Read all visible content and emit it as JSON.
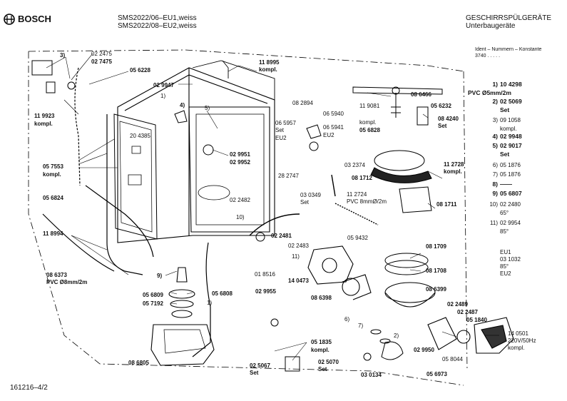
{
  "header": {
    "brand": "BOSCH",
    "model_line1": "SMS2022/06–EU1,weiss",
    "model_line2": "SMS2022/08–EU2,weiss",
    "category_line1": "GESCHIRRSPÜLGERÄTE",
    "category_line2": "Unterbaugeräte",
    "ident_label": "Ident – Nummern – Konstante",
    "ident_value": "3740 . . . . ."
  },
  "labels": {
    "l_3": "3)",
    "l_022475": "02 2475",
    "l_027475": "02 7475",
    "l_056228": "05 6228",
    "l_118995": "11 8995",
    "l_kompl_a": "kompl.",
    "l_029947": "02 9947",
    "l_1": "1)",
    "l_4": "4)",
    "l_5": "5)",
    "l_082894": "08 2894",
    "l_065940": "06 5940",
    "l_119923": "11 9923",
    "l_kompl_b": "kompl.",
    "l_204385": "20 4385",
    "l_065957": "06 5957",
    "l_set_a": "Set",
    "l_eu2_a": "EU2",
    "l_065941": "06 5941",
    "l_eu2_b": "EU2",
    "l_057553": "05 7553",
    "l_kompl_c": "kompl.",
    "l_029951": "02 9951",
    "l_029952": "02 9952",
    "l_282747": "28 2747",
    "l_056824": "05 6824",
    "l_022482": "02 2482",
    "l_030349": "03 0349",
    "l_set_b": "Set",
    "l_10": "10)",
    "l_022481": "02 2481",
    "l_118994": "11 8994",
    "l_086373": "08 6373",
    "l_pvc8": "PVC Ø8mm/2m",
    "l_022483": "02 2483",
    "l_11": "11)",
    "l_018516": "01 8516",
    "l_140473": "14 0473",
    "l_9": "9)",
    "l_056809": "05 6809",
    "l_057192": "05 7192",
    "l_056808": "05 6808",
    "l_1b": "1)",
    "l_029955": "02 9955",
    "l_086398": "08 6398",
    "l_6": "6)",
    "l_7": "7)",
    "l_086805": "08 6805",
    "l_051835": "05 1835",
    "l_kompl_d": "kompl.",
    "l_025067": "02 5067",
    "l_set_c": "Set",
    "l_025070": "02 5070",
    "l_set_d": "Set",
    "l_030134": "03 0134",
    "l_086466": "08 6466",
    "l_119081": "11 9081",
    "l_056232": "05 6232",
    "l_kompl_e": "kompl.",
    "l_056828": "05 6828",
    "l_084240": "08 4240",
    "l_set_e": "Set",
    "l_032374": "03  2374",
    "l_081712": "08 1712",
    "l_112728": "11 2728",
    "l_kompl_f": "kompl.",
    "l_112724": "11 2724",
    "l_pvc8b": "PVC 8mmØ/2m",
    "l_081711": "08 1711",
    "l_059432": "05 9432",
    "l_081709": "08 1709",
    "l_081708": "08 1708",
    "l_086399": "08 6399",
    "l_022489": "02 2489",
    "l_022487": "02 2487",
    "l_051840": "05 1840",
    "l_2": "2)",
    "l_029950": "02 9950",
    "l_058044": "05 8044",
    "l_140501": "14 0501",
    "l_220v": "220V/50Hz",
    "l_kompl_g": "kompl.",
    "l_056973": "05 6973"
  },
  "legend": [
    {
      "n": "1)",
      "text": "10 4298",
      "sub": "PVC Ø5mm/2m",
      "bold": true
    },
    {
      "n": "2)",
      "text": "02 5069",
      "sub": "Set",
      "bold": true
    },
    {
      "n": "3)",
      "text": "09 1058",
      "sub": "kompl.",
      "bold": false
    },
    {
      "n": "4)",
      "text": "02 9948",
      "sub": "",
      "bold": true
    },
    {
      "n": "5)",
      "text": "02 9017",
      "sub": "Set",
      "bold": true
    },
    {
      "n": "6)",
      "text": "05 1876",
      "sub": "",
      "bold": false
    },
    {
      "n": "7)",
      "text": "05 1876",
      "sub": "",
      "bold": false
    },
    {
      "n": "8)",
      "text": "——",
      "sub": "",
      "bold": true
    },
    {
      "n": "9)",
      "text": "05 6807",
      "sub": "",
      "bold": true
    },
    {
      "n": "10)",
      "text": "02 2480",
      "sub": "65°",
      "bold": false
    },
    {
      "n": "11)",
      "text": "02 9954",
      "sub": "85°",
      "bold": false
    }
  ],
  "legend_extra": [
    "EU1",
    "03 1032",
    "85°",
    "EU2"
  ],
  "footer": {
    "doc_number": "161216–4/2"
  }
}
